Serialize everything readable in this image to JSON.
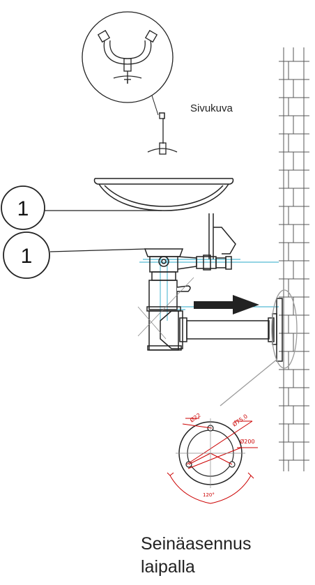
{
  "callouts": [
    "1",
    "1"
  ],
  "side_view_label": "Sivukuva",
  "flange_dimensions": {
    "hole_diameter": "Ø22",
    "outer_diameter": "Ø75.0",
    "bolt_circle": "Ø200",
    "hole_angle": "120°"
  },
  "caption": [
    "Seinäasennus",
    "laipalla"
  ],
  "colors": {
    "line": "#222222",
    "centerline": "#29a9c9",
    "dimension": "#cc0000",
    "highlight": "#9a9a9a",
    "arrow": "#222222"
  }
}
